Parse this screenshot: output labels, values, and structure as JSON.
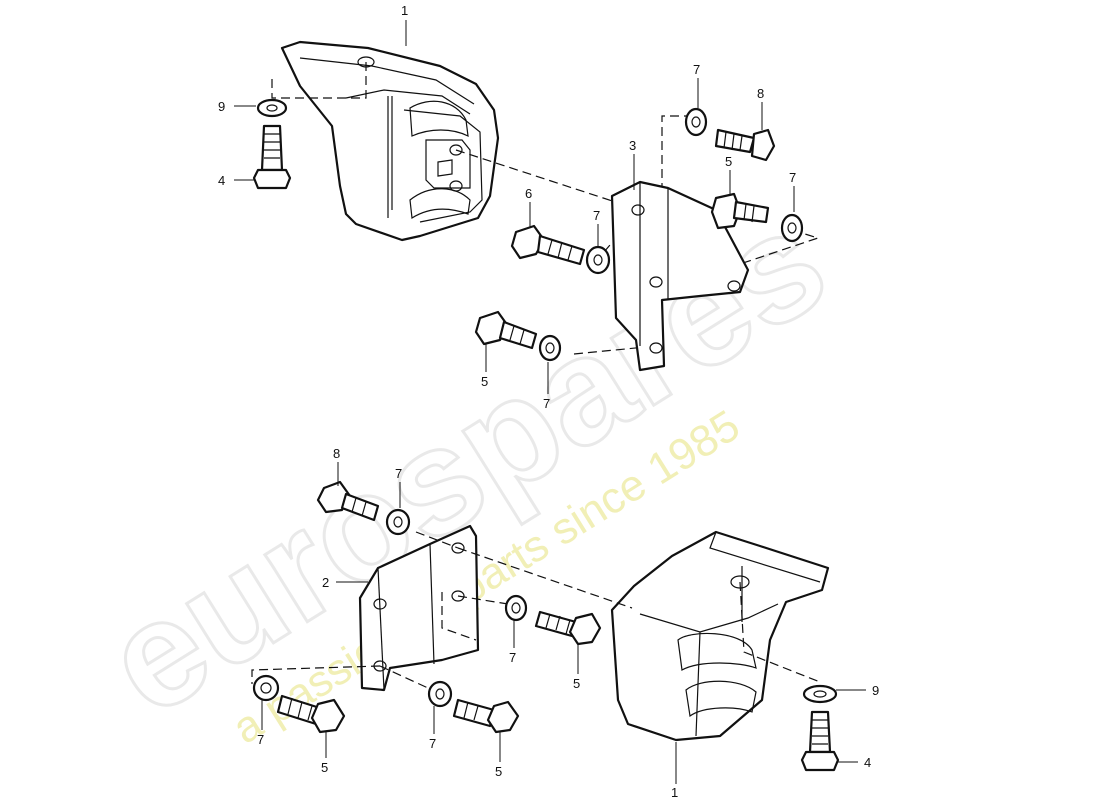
{
  "watermark": {
    "brand": "eurospares",
    "tagline": "a passion for parts since 1985"
  },
  "callouts": [
    {
      "id": "c-top-1",
      "label": "1"
    },
    {
      "id": "c-top-9",
      "label": "9"
    },
    {
      "id": "c-top-4",
      "label": "4"
    },
    {
      "id": "c-top-3",
      "label": "3"
    },
    {
      "id": "c-top-7a",
      "label": "7"
    },
    {
      "id": "c-top-8",
      "label": "8"
    },
    {
      "id": "c-top-5a",
      "label": "5"
    },
    {
      "id": "c-top-7b",
      "label": "7"
    },
    {
      "id": "c-top-6",
      "label": "6"
    },
    {
      "id": "c-top-7c",
      "label": "7"
    },
    {
      "id": "c-top-5b",
      "label": "5"
    },
    {
      "id": "c-top-7d",
      "label": "7"
    },
    {
      "id": "c-bot-8",
      "label": "8"
    },
    {
      "id": "c-bot-7a",
      "label": "7"
    },
    {
      "id": "c-bot-2",
      "label": "2"
    },
    {
      "id": "c-bot-7b",
      "label": "7"
    },
    {
      "id": "c-bot-5a",
      "label": "5"
    },
    {
      "id": "c-bot-7c",
      "label": "7"
    },
    {
      "id": "c-bot-5b",
      "label": "5"
    },
    {
      "id": "c-bot-7d",
      "label": "7"
    },
    {
      "id": "c-bot-5c",
      "label": "5"
    },
    {
      "id": "c-bot-9",
      "label": "9"
    },
    {
      "id": "c-bot-4",
      "label": "4"
    },
    {
      "id": "c-bot-1",
      "label": "1"
    }
  ]
}
